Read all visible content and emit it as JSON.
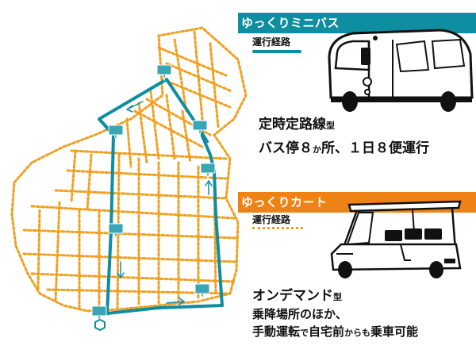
{
  "colors": {
    "bus_route": "#0e8ea0",
    "cart_route": "#f0a020",
    "bus_header": "#0e8ea0",
    "cart_header": "#ef8214"
  },
  "bus": {
    "title": "ゆっくりミニバス",
    "route_label": "運行経路",
    "desc_main": "定時定路線",
    "desc_suffix": "型",
    "desc2_a": "バス停８",
    "desc2_b": "か",
    "desc2_c": "所、１日８便運行"
  },
  "cart": {
    "title": "ゆっくりカート",
    "route_label": "運行経路",
    "desc_main": "オンデマンド",
    "desc_suffix": "型",
    "desc2": "乗降場所のほか、",
    "desc3_a": "手動運転",
    "desc3_b": "で",
    "desc3_c": "自宅前",
    "desc3_d": "からも",
    "desc3_e": "乗車可能"
  },
  "icons": {
    "bus_stop": "bus-stop-icon",
    "start": "start-hexagon-icon",
    "direction": "direction-arrow-icon",
    "bus": "minibus-illustration",
    "cart": "golf-cart-illustration"
  }
}
